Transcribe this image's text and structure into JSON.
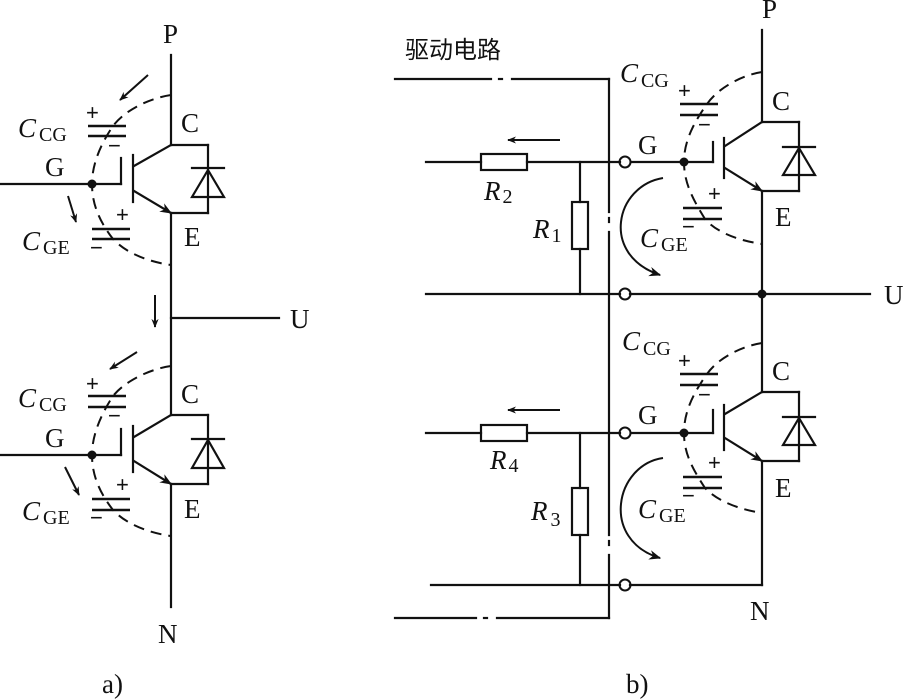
{
  "figure": {
    "panel_a": {
      "caption": "a)",
      "nodes": {
        "top": "P",
        "mid": "U",
        "bottom": "N"
      },
      "upper_igbt": {
        "gate": "G",
        "collector": "C",
        "emitter": "E",
        "c_cg": {
          "main": "C",
          "sub": "CG",
          "plus": "+",
          "minus": "−"
        },
        "c_ge": {
          "main": "C",
          "sub": "GE",
          "plus": "+",
          "minus": "−"
        }
      },
      "lower_igbt": {
        "gate": "G",
        "collector": "C",
        "emitter": "E",
        "c_cg": {
          "main": "C",
          "sub": "CG",
          "plus": "+",
          "minus": "−"
        },
        "c_ge": {
          "main": "C",
          "sub": "GE",
          "plus": "+",
          "minus": "−"
        }
      }
    },
    "panel_b": {
      "caption": "b)",
      "drive_circuit_label": "驱动电路",
      "nodes": {
        "top": "P",
        "mid": "U",
        "bottom": "N"
      },
      "upper": {
        "gate": "G",
        "collector": "C",
        "emitter": "E",
        "r_series": {
          "main": "R",
          "sub": "2"
        },
        "r_shunt": {
          "main": "R",
          "sub": "1"
        },
        "c_cg": {
          "main": "C",
          "sub": "CG",
          "plus": "+",
          "minus": "−"
        },
        "c_ge": {
          "main": "C",
          "sub": "GE",
          "plus": "+",
          "minus": "−"
        }
      },
      "lower": {
        "gate": "G",
        "collector": "C",
        "emitter": "E",
        "r_series": {
          "main": "R",
          "sub": "4"
        },
        "r_shunt": {
          "main": "R",
          "sub": "3"
        },
        "c_cg": {
          "main": "C",
          "sub": "CG",
          "plus": "+",
          "minus": "−"
        },
        "c_ge": {
          "main": "C",
          "sub": "GE",
          "plus": "+",
          "minus": "−"
        }
      }
    }
  }
}
